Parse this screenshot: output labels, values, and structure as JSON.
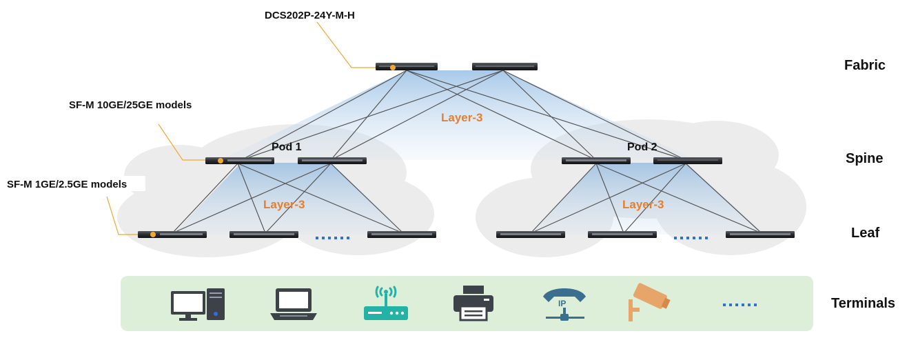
{
  "callouts": {
    "fabric_model": "DCS202P-24Y-M-H",
    "spine_models": "SF-M 10GE/25GE models",
    "leaf_models": "SF-M 1GE/2.5GE models"
  },
  "tiers": {
    "fabric": "Fabric",
    "spine": "Spine",
    "leaf": "Leaf",
    "terminals": "Terminals"
  },
  "pods": {
    "pod1": "Pod 1",
    "pod2": "Pod 2"
  },
  "layers": {
    "top": "Layer-3",
    "pod1": "Layer-3",
    "pod2": "Layer-3"
  },
  "terminal_icons": [
    "desktop-computer-icon",
    "laptop-icon",
    "wifi-router-icon",
    "printer-icon",
    "ip-phone-icon",
    "surveillance-camera-icon"
  ],
  "colors": {
    "callout_line": "#f0a830",
    "layer_label": "#e87e2b",
    "ellipsis": "#2f6fd6",
    "terminal_band": "#deefd9",
    "cloud": "#ececec",
    "glow": "#bcd6ee"
  }
}
